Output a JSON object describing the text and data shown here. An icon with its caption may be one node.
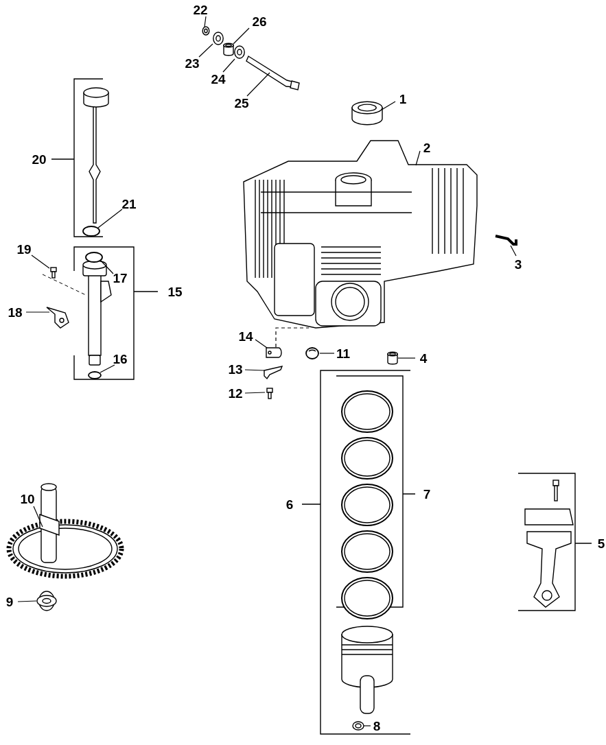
{
  "diagram": {
    "nodes": [
      {
        "text": [
          "22"
        ]
      },
      {
        "text": [],
        "shape": "picture"
      },
      {
        "text": [
          "26"
        ]
      },
      {
        "text": [],
        "shape": "cylinder"
      },
      {
        "text": [
          "23"
        ]
      },
      {
        "text": [],
        "shape": "picture"
      },
      {
        "text": [
          "24"
        ]
      },
      {
        "text": [],
        "shape": "picture"
      },
      {
        "text": [
          "25"
        ]
      },
      {
        "text": [],
        "shape": "picture"
      },
      {
        "text": [
          "1"
        ]
      },
      {
        "text": [],
        "shape": "cylinder"
      },
      {
        "text": [
          "2"
        ]
      },
      {
        "text": [],
        "shape": "picture"
      },
      {
        "text": [
          "21"
        ]
      },
      {
        "text": [],
        "shape": "circle"
      },
      {
        "text": [
          "19"
        ]
      },
      {
        "text": [],
        "shape": "picture"
      },
      {
        "text": [
          "17"
        ]
      },
      {
        "text": [],
        "shape": "circle"
      },
      {
        "text": [
          "3"
        ]
      },
      {
        "text": [],
        "shape": "picture"
      },
      {
        "text": [
          "18"
        ]
      },
      {
        "text": [],
        "shape": "picture"
      },
      {
        "text": [
          "14"
        ]
      },
      {
        "text": [],
        "shape": "picture"
      },
      {
        "text": [
          "11"
        ]
      },
      {
        "text": [],
        "shape": "circle"
      },
      {
        "text": [
          "4"
        ]
      },
      {
        "text": [],
        "shape": "cylinder"
      },
      {
        "text": [
          "16"
        ]
      },
      {
        "text": [],
        "shape": "circle"
      },
      {
        "text": [
          "13"
        ]
      },
      {
        "text": [],
        "shape": "picture"
      },
      {
        "text": [
          "12"
        ]
      },
      {
        "text": [],
        "shape": "picture"
      },
      {
        "text": [
          "10"
        ]
      },
      {
        "text": [],
        "shape": "picture"
      },
      {
        "text": [
          "9"
        ]
      },
      {
        "text": [],
        "shape": "picture"
      },
      {
        "text": [
          "8"
        ]
      },
      {
        "text": [],
        "shape": "picture"
      }
    ],
    "edges": [
      {
        "from": 0,
        "to": 1,
        "arrow": "none"
      },
      {
        "from": 2,
        "to": 3,
        "arrow": "none"
      },
      {
        "from": 4,
        "to": 5,
        "arrow": "none"
      },
      {
        "from": 6,
        "to": 7,
        "arrow": "none"
      },
      {
        "from": 8,
        "to": 9,
        "arrow": "none"
      },
      {
        "from": 10,
        "to": 11,
        "arrow": "none"
      },
      {
        "from": 12,
        "to": 13,
        "arrow": "none"
      },
      {
        "from": 14,
        "to": 15,
        "arrow": "none"
      },
      {
        "from": 16,
        "to": 17,
        "arrow": "none"
      },
      {
        "from": 18,
        "to": 19,
        "arrow": "none"
      },
      {
        "from": 20,
        "to": 21,
        "arrow": "none"
      },
      {
        "from": 22,
        "to": 23,
        "arrow": "none"
      },
      {
        "from": 24,
        "to": 25,
        "arrow": "none"
      },
      {
        "from": 26,
        "to": 27,
        "arrow": "none"
      },
      {
        "from": 28,
        "to": 29,
        "arrow": "none"
      },
      {
        "from": 30,
        "to": 31,
        "arrow": "none"
      },
      {
        "from": 32,
        "to": 33,
        "arrow": "none"
      },
      {
        "from": 34,
        "to": 35,
        "arrow": "none"
      },
      {
        "from": 36,
        "to": 37,
        "arrow": "none"
      },
      {
        "from": 38,
        "to": 39,
        "arrow": "none"
      },
      {
        "from": 40,
        "to": 41,
        "arrow": "none"
      },
      {
        "from": 25,
        "to": 13,
        "arrow": "none",
        "style": "dashed"
      }
    ],
    "labels": [
      "20",
      "15",
      "7",
      "6",
      "5"
    ]
  }
}
